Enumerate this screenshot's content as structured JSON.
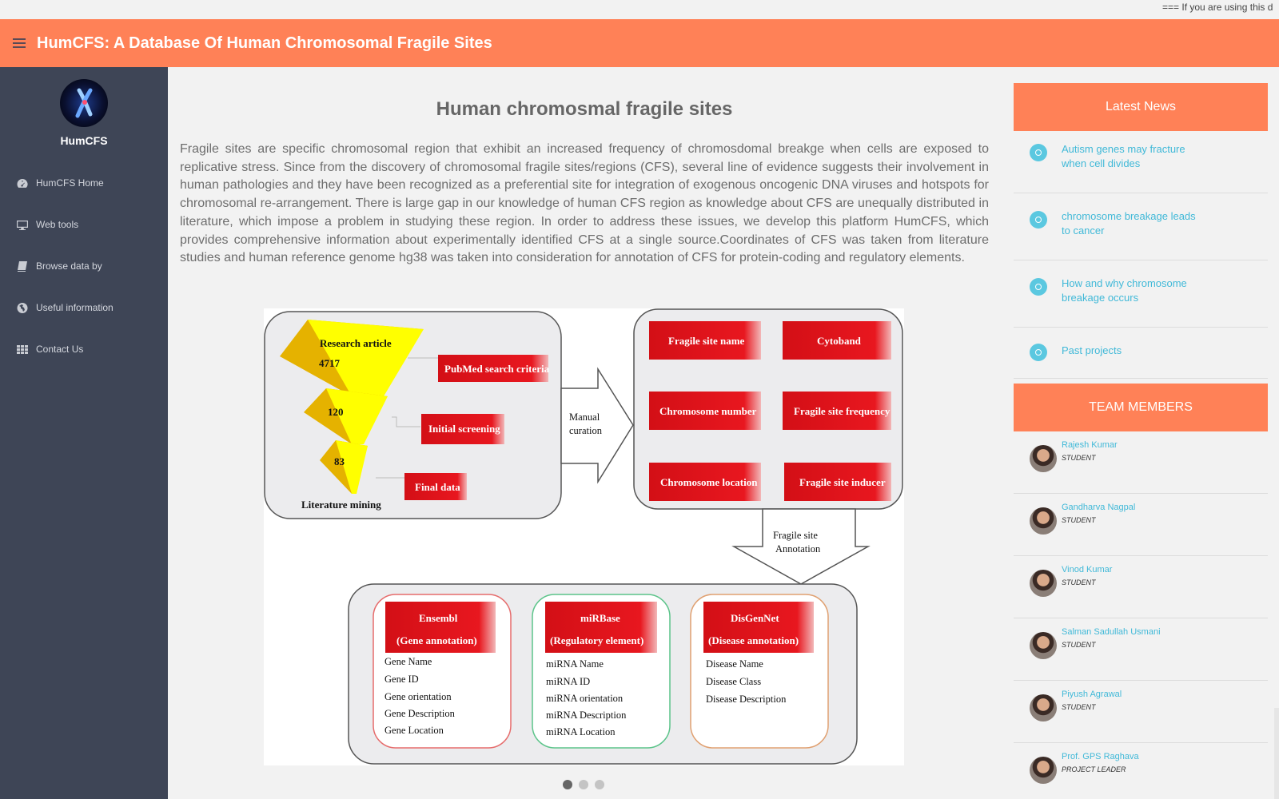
{
  "ticker": {
    "text": "=== If you are using this d"
  },
  "header": {
    "title": "HumCFS: A Database Of Human Chromosomal Fragile Sites"
  },
  "sidebar": {
    "brand": "HumCFS",
    "items": [
      {
        "label": "HumCFS Home",
        "icon": "dashboard-icon"
      },
      {
        "label": "Web tools",
        "icon": "desktop-icon"
      },
      {
        "label": "Browse data by",
        "icon": "book-icon"
      },
      {
        "label": "Useful information",
        "icon": "globe-icon"
      },
      {
        "label": "Contact Us",
        "icon": "grid-icon"
      }
    ]
  },
  "main": {
    "title": "Human chromosmal fragile sites",
    "intro": "Fragile sites are specific chromosomal region that exhibit an increased frequency of chromosdomal breakge when cells are exposed to replicative stress. Since from the discovery of chromosomal fragile sites/regions (CFS), several line of evidence suggests their involvement in human pathologies and they have been recognized as a preferential site for integration of exogenous oncogenic DNA viruses and hotspots for chromosomal re-arrangement. There is large gap in our knowledge of human CFS region as knowledge about CFS are unequally distributed in literature, which impose a problem in studying these region. In order to address these issues, we develop this platform HumCFS, which provides comprehensive information about experimentally identified CFS at a single source.Coordinates of CFS was taken from literature studies and human reference genome hg38 was taken into consideration for annotation of CFS for protein-coding and regulatory elements."
  },
  "diagram": {
    "research_article": "Research article",
    "count_1": "4717",
    "count_2": "120",
    "count_3": "83",
    "literature_mining": "Literature mining",
    "pubmed": "PubMed search criteria",
    "initial": "Initial screening",
    "final": "Final data",
    "manual_1": "Manual",
    "manual_2": "curation",
    "fields": [
      "Fragile site name",
      "Cytoband",
      "Chromosome number",
      "Fragile site frequency",
      "Chromosome location",
      "Fragile site inducer"
    ],
    "annot_1": "Fragile site",
    "annot_2": "Annotation",
    "ensembl_1": "Ensembl",
    "ensembl_2": "(Gene annotation)",
    "ensembl_list": [
      "Gene Name",
      "Gene ID",
      "Gene orientation",
      "Gene Description",
      "Gene Location"
    ],
    "mirbase_1": "miRBase",
    "mirbase_2": "(Regulatory element)",
    "mirbase_list": [
      "miRNA Name",
      "miRNA ID",
      "miRNA orientation",
      "miRNA Description",
      "miRNA Location"
    ],
    "disgenet_1": "DisGenNet",
    "disgenet_2": "(Disease annotation)",
    "disgenet_list": [
      "Disease Name",
      "Disease Class",
      "Disease Description"
    ]
  },
  "carousel": {
    "slides": 3,
    "active": 1
  },
  "news": {
    "title": "Latest News",
    "items": [
      {
        "l1": "Autism genes may fracture",
        "l2": "when cell divides"
      },
      {
        "l1": "chromosome breakage leads",
        "l2": "to cancer"
      },
      {
        "l1": "How and why chromosome",
        "l2": "breakage occurs"
      },
      {
        "l1": "Past projects",
        "l2": ""
      }
    ]
  },
  "team": {
    "title": "TEAM MEMBERS",
    "members": [
      {
        "name": "Rajesh Kumar",
        "role": "STUDENT"
      },
      {
        "name": "Gandharva Nagpal",
        "role": "STUDENT"
      },
      {
        "name": "Vinod Kumar",
        "role": "STUDENT"
      },
      {
        "name": "Salman Sadullah Usmani",
        "role": "STUDENT"
      },
      {
        "name": "Piyush Agrawal",
        "role": "STUDENT"
      },
      {
        "name": "Prof. GPS Raghava",
        "role": "PROJECT LEADER"
      }
    ]
  },
  "colors": {
    "accent": "#ff8157",
    "sidebar": "#3e4556",
    "link": "#41b9d8",
    "box_red": "#e0121b"
  }
}
